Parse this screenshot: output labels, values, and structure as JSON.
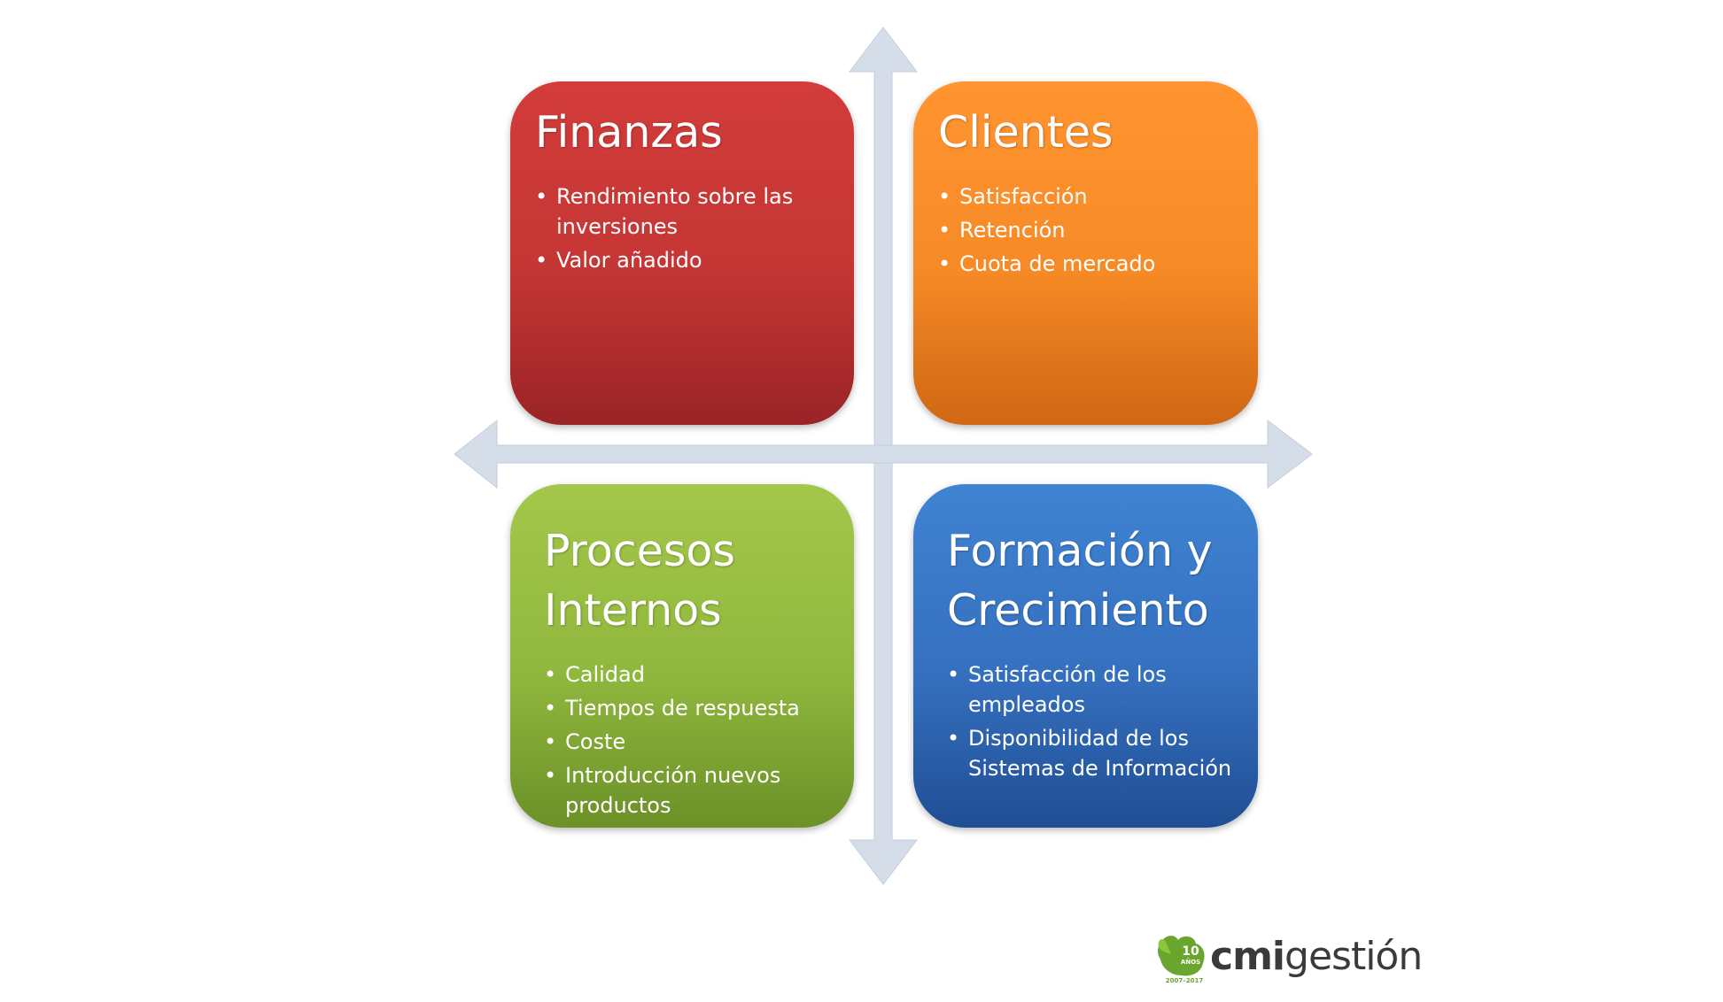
{
  "quadrants": {
    "top_left": {
      "title_lines": [
        "Finanzas"
      ],
      "items": [
        "Rendimiento sobre las inversiones",
        "Valor añadido"
      ]
    },
    "top_right": {
      "title_lines": [
        "Clientes"
      ],
      "items": [
        "Satisfacción",
        "Retención",
        "Cuota de mercado"
      ]
    },
    "bottom_left": {
      "title_lines": [
        "Procesos",
        "Internos"
      ],
      "items": [
        "Calidad",
        "Tiempos de respuesta",
        "Coste",
        "Introducción nuevos productos"
      ]
    },
    "bottom_right": {
      "title_lines": [
        "Formación y",
        "Crecimiento"
      ],
      "items": [
        "Satisfacción de los empleados",
        "Disponibilidad de los Sistemas de Información"
      ]
    }
  },
  "logo": {
    "years": "10",
    "anos": "AÑOS",
    "period": "2007–2017",
    "brand_bold": "cmi",
    "brand_light": "gestión"
  },
  "colors": {
    "finanzas": "#c43634",
    "clientes": "#f68a26",
    "procesos": "#90b73e",
    "formacion": "#3570bf",
    "axis": "#d5dde9",
    "logo_green": "#6aa62e"
  }
}
